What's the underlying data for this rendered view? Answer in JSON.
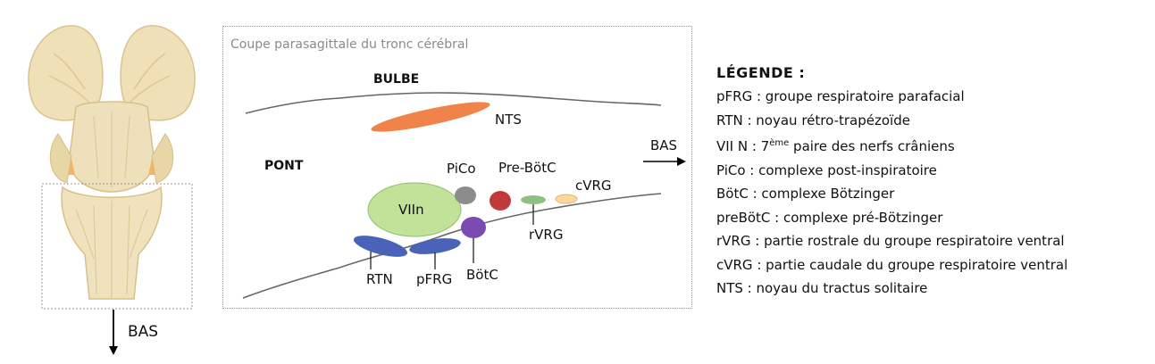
{
  "figure": {
    "down_label": "BAS"
  },
  "section": {
    "title": "Coupe parasagittale du tronc cérébral",
    "regions": {
      "medulla": "BULBE",
      "pons": "PONT"
    },
    "direction_label": "BAS",
    "structures": {
      "nts": "NTS",
      "piCo": "PiCo",
      "preBotC": "Pre-BötC",
      "cvrg": "cVRG",
      "viin": "VIIn",
      "rvrg": "rVRG",
      "rtn": "RTN",
      "pfrg": "pFRG",
      "botc": "BötC"
    },
    "colors": {
      "nts": "#f0834a",
      "piCo": "#8c8c8c",
      "preBotC": "#c0393b",
      "cvrg": "#fbd7a0",
      "viin": "#c2e29a",
      "rvrg": "#8fbf82",
      "rtn": "#4a63b9",
      "pfrg": "#4a63b9",
      "botc": "#7a4bb0"
    }
  },
  "legend": {
    "title": "LÉGENDE :",
    "items": [
      "pFRG : groupe respiratoire parafacial",
      "RTN : noyau rétro-trapézoïde",
      {
        "before": "VII N : 7",
        "sup": "ème",
        "after": " paire des nerfs crâniens"
      },
      "PiCo : complexe post-inspiratoire",
      "BötC : complexe Bötzinger",
      "preBötC : complexe pré-Bötzinger",
      "rVRG : partie rostrale du groupe respiratoire ventral",
      "cVRG : partie caudale du groupe respiratoire ventral",
      "NTS : noyau du tractus solitaire"
    ]
  }
}
